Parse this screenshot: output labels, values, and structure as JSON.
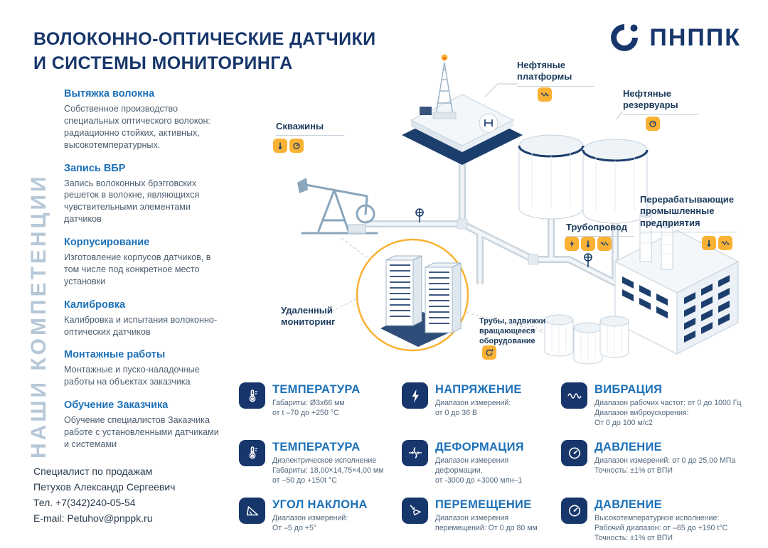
{
  "colors": {
    "navy": "#17366b",
    "blue": "#1d71b8",
    "yellow": "#f9b234"
  },
  "header": {
    "title_line1": "ВОЛОКОННО-ОПТИЧЕСКИЕ ДАТЧИКИ",
    "title_line2": "И СИСТЕМЫ МОНИТОРИНГА",
    "logo_text": "ПНППК",
    "logo_icon": "pnppk-swirl-icon"
  },
  "competencies_vertical_title": "НАШИ КОМПЕТЕНЦИИ",
  "competencies": [
    {
      "title": "Вытяжка волокна",
      "text": "Собственное производство специальных оптического волокон: радиационно стойких, активных, высокотемпературных."
    },
    {
      "title": "Запись ВБР",
      "text": "Запись волоконных брэгговских решеток в волокне, являющихся чувствительными элементами датчиков"
    },
    {
      "title": "Корпусирование",
      "text": "Изготовление корпусов датчиков, в том числе под конкретное место установки"
    },
    {
      "title": "Калибровка",
      "text": "Калибровка и испытания волоконно-оптических датчиков"
    },
    {
      "title": "Монтажные работы",
      "text": "Монтажные и пуско-наладочные работы на объектах заказчика"
    },
    {
      "title": "Обучение Заказчика",
      "text": "Обучение специалистов Заказчика работе с установленными датчиками и системами"
    }
  ],
  "contact": {
    "role": "Специалист по продажам",
    "name": "Петухов Александр Сергеевич",
    "phone": "Тел. +7(342)240-05-54",
    "email": "E-mail: Petuhov@pnppk.ru"
  },
  "diagram": {
    "labels": {
      "wells": "Скважины",
      "platforms": "Нефтяные\nплатформы",
      "reservoirs": "Нефтяные\nрезервуары",
      "pipeline": "Трубопровод",
      "plants": "Перерабатывающие\nпромышленные\nпредприятия",
      "monitoring": "Удаленный\nмониторинг",
      "equipment": "Трубы, задвижки\nвращающееся\nоборудование"
    },
    "badges": [
      {
        "at": "wells",
        "icon": "thermometer-icon"
      },
      {
        "at": "wells",
        "icon": "gauge-icon"
      },
      {
        "at": "platforms",
        "icon": "vibration-icon"
      },
      {
        "at": "reservoirs",
        "icon": "gauge-icon"
      },
      {
        "at": "pipeline",
        "icon": "lightning-icon"
      },
      {
        "at": "pipeline",
        "icon": "thermometer-icon"
      },
      {
        "at": "pipeline",
        "icon": "vibration-icon"
      },
      {
        "at": "plants",
        "icon": "thermometer-icon"
      },
      {
        "at": "plants",
        "icon": "vibration-icon"
      },
      {
        "at": "equipment",
        "icon": "rotation-icon"
      }
    ]
  },
  "sensors": [
    {
      "name": "ТЕМПЕРАТУРА",
      "icon": "temperature-icon",
      "details": "Габариты: Ø3х66 мм\nот t –70 до +250 °С"
    },
    {
      "name": "НАПРЯЖЕНИЕ",
      "icon": "voltage-icon",
      "details": "Диапазон измерений:\nот 0 до 36 В"
    },
    {
      "name": "ВИБРАЦИЯ",
      "icon": "vibration-icon",
      "details": "Диапазон рабочих частот: от 0 до 1000 Гц\nДиапазон виброускорения:\nОт 0 до 100 м/с2"
    },
    {
      "name": "ТЕМПЕРАТУРА",
      "icon": "temperature-icon",
      "details": "Диэлектрическое исполнение\nГабариты: 18,00×14,75×4,00 мм\nот –50 до +150t °С"
    },
    {
      "name": "ДЕФОРМАЦИЯ",
      "icon": "deformation-icon",
      "details": "Диапазон измерения\nдеформации,\nот -3000 до +3000 млн–1"
    },
    {
      "name": "ДАВЛЕНИЕ",
      "icon": "pressure-icon",
      "details": "Диапазон измерений: от 0 до 25,00 МПа\nТочность: ±1% от ВПИ"
    },
    {
      "name": "УГОЛ НАКЛОНА",
      "icon": "angle-icon",
      "details": "Диапазон измерений:\nОт –5 до +5°"
    },
    {
      "name": "ПЕРЕМЕЩЕНИЕ",
      "icon": "displacement-icon",
      "details": "Диапазон измерения\nперемещений: От 0 до 80 мм"
    },
    {
      "name": "ДАВЛЕНИЕ",
      "icon": "pressure-icon",
      "details": "Высокотемпературное исполнение:\nРабочий диапазон: от –65 до +190 t°С\nТочность: ±1% от ВПИ"
    }
  ]
}
